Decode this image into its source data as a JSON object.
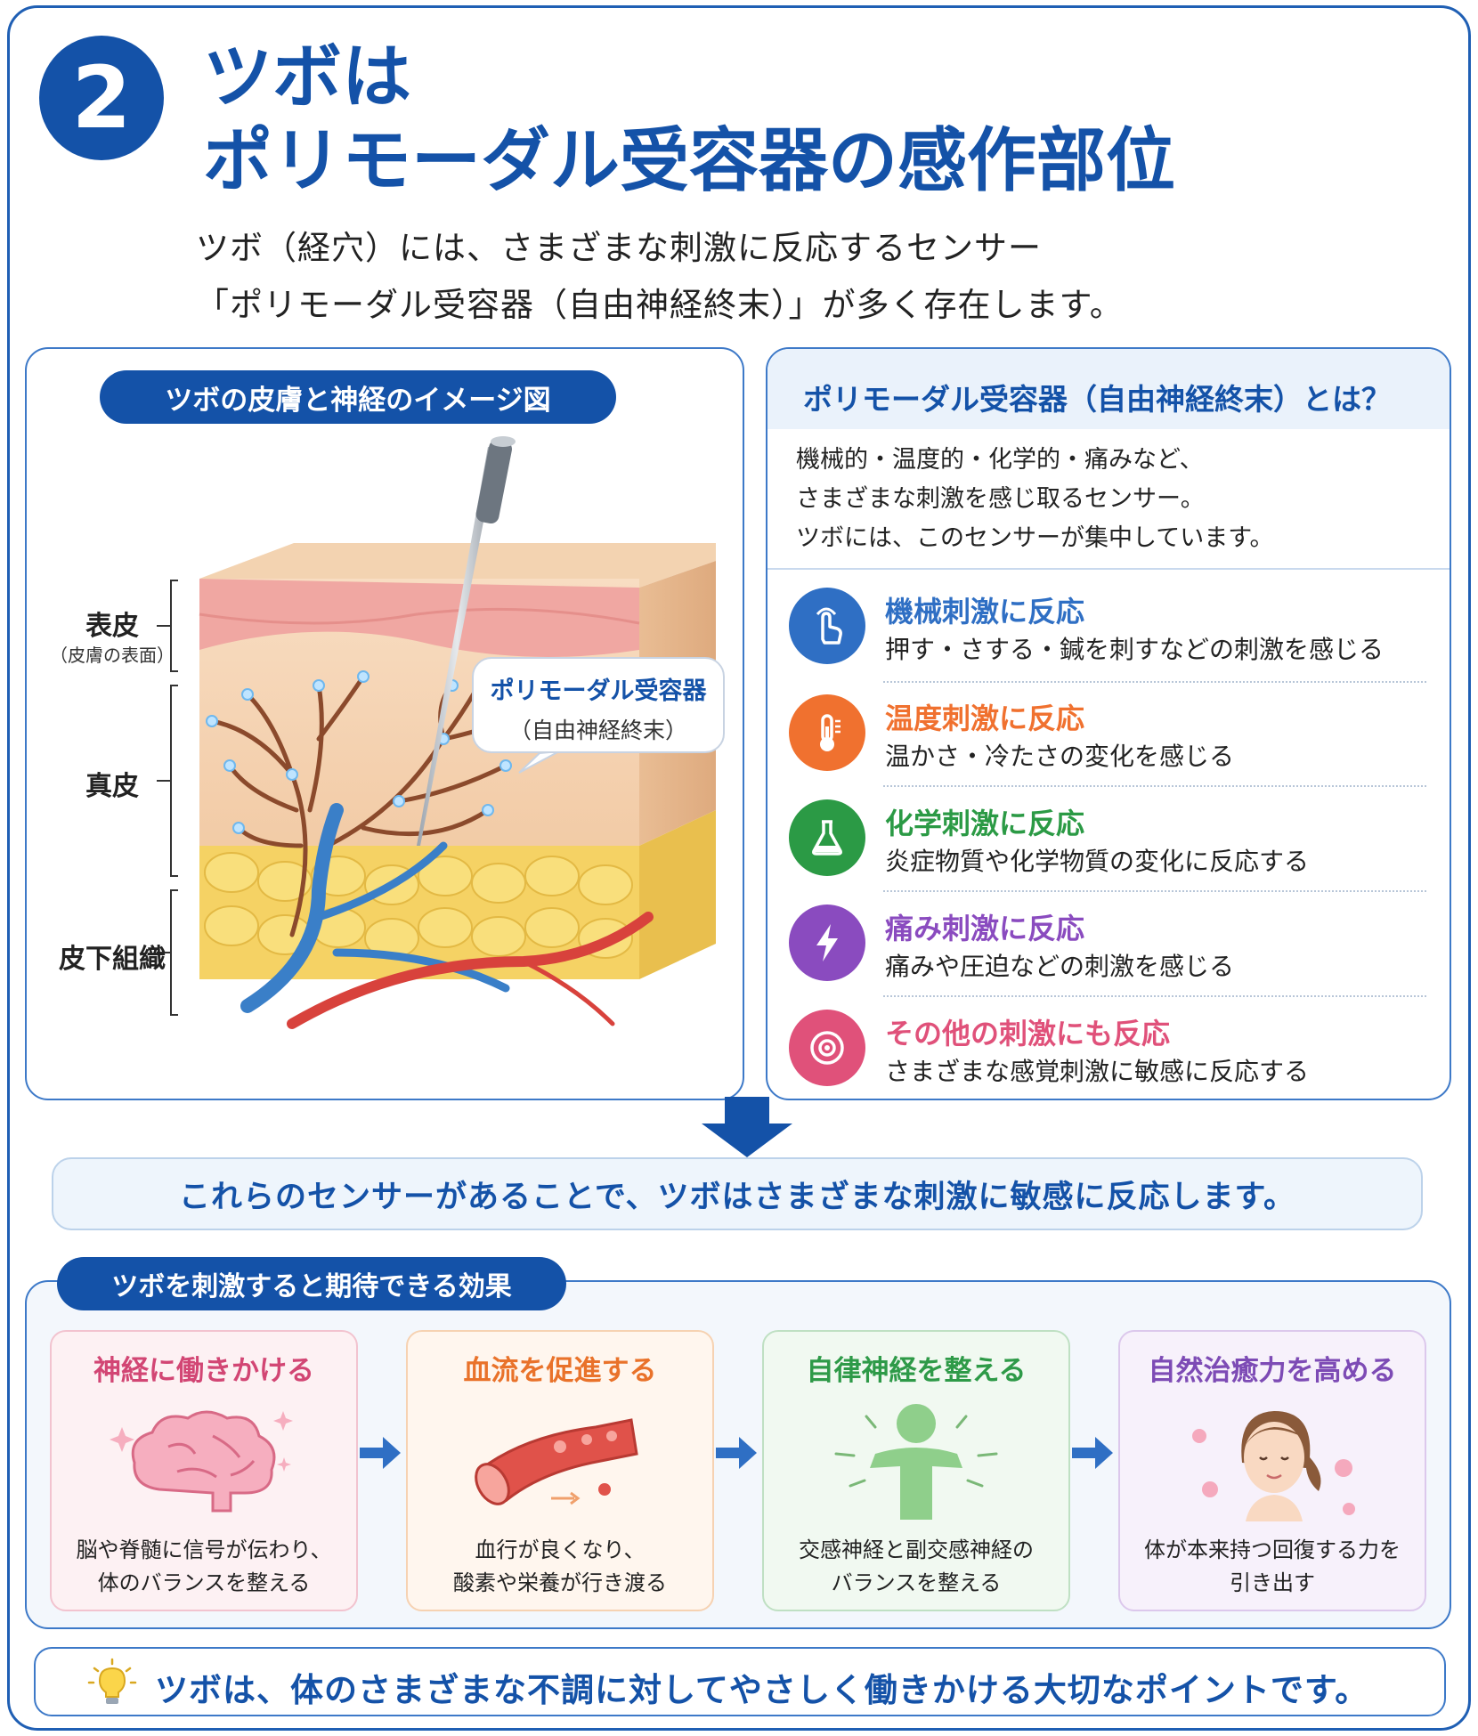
{
  "header": {
    "number": "2",
    "title_line1": "ツボは",
    "title_line2": "ポリモーダル受容器の感作部位",
    "intro_line1": "ツボ（経穴）には、さまざまな刺激に反応するセンサー",
    "intro_line2": "「ポリモーダル受容器（自由神経終末）」が多く存在します。"
  },
  "diagram": {
    "title": "ツボの皮膚と神経のイメージ図",
    "layers": {
      "epidermis": "表皮",
      "epidermis_sub": "（皮膚の表面）",
      "dermis": "真皮",
      "subcutis": "皮下組織"
    },
    "callout_line1": "ポリモーダル受容器",
    "callout_line2": "（自由神経終末）"
  },
  "receptor_info": {
    "title": "ポリモーダル受容器（自由神経終末）とは？",
    "desc_line1": "機械的・温度的・化学的・痛みなど、",
    "desc_line2": "さまざまな刺激を感じ取るセンサー。",
    "desc_line3": "ツボには、このセンサーが集中しています。",
    "items": [
      {
        "title": "機械刺激に反応",
        "desc": "押す・さする・鍼を刺すなどの刺激を感じる",
        "color": "#2f6fc4",
        "icon": "hand-pointer-icon"
      },
      {
        "title": "温度刺激に反応",
        "desc": "温かさ・冷たさの変化を感じる",
        "color": "#f0712f",
        "icon": "thermometer-icon"
      },
      {
        "title": "化学刺激に反応",
        "desc": "炎症物質や化学物質の変化に反応する",
        "color": "#2b9a45",
        "icon": "flask-icon"
      },
      {
        "title": "痛み刺激に反応",
        "desc": "痛みや圧迫などの刺激を感じる",
        "color": "#8a4bbf",
        "icon": "lightning-icon"
      },
      {
        "title": "その他の刺激にも反応",
        "desc": "さまざまな感覚刺激に敏感に反応する",
        "color": "#e0517a",
        "icon": "target-icon"
      }
    ]
  },
  "banner": {
    "text": "これらのセンサーがあることで、ツボはさまざまな刺激に敏感に反応します。"
  },
  "effects": {
    "title": "ツボを刺激すると期待できる効果",
    "cards": [
      {
        "title": "神経に働きかける",
        "desc_line1": "脳や脊髄に信号が伝わり、",
        "desc_line2": "体のバランスを整える",
        "color": "#d24674",
        "bg": "#fdf1f3",
        "border": "#f2c3cf",
        "icon": "brain-icon"
      },
      {
        "title": "血流を促進する",
        "desc_line1": "血行が良くなり、",
        "desc_line2": "酸素や栄養が行き渡る",
        "color": "#e9722a",
        "bg": "#fff6ee",
        "border": "#f6d2b2",
        "icon": "blood-vessel-icon"
      },
      {
        "title": "自律神経を整える",
        "desc_line1": "交感神経と副交感神経の",
        "desc_line2": "バランスを整える",
        "color": "#2e9a48",
        "bg": "#f1f9f1",
        "border": "#bfe0c3",
        "icon": "person-icon"
      },
      {
        "title": "自然治癒力を高める",
        "desc_line1": "体が本来持つ回復する力を",
        "desc_line2": "引き出す",
        "color": "#7d4bb5",
        "bg": "#f7f1fb",
        "border": "#dcc8ec",
        "icon": "woman-face-icon"
      }
    ]
  },
  "footer": {
    "text": "ツボは、体のさまざまな不調に対してやさしく働きかける大切なポイントです。",
    "icon": "lightbulb-icon"
  }
}
